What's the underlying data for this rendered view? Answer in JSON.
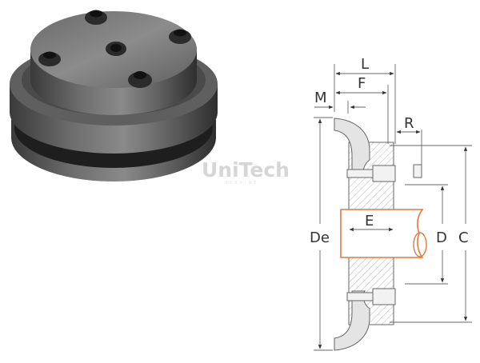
{
  "watermark": {
    "brand": "UniTech",
    "subtitle": "UKRAINE"
  },
  "product_photo": {
    "subject": "flexible tyre coupling hub with four socket-head bolts and central hole",
    "bolt_count": 4
  },
  "diagram": {
    "labels": {
      "L": "L",
      "F": "F",
      "M": "M",
      "R": "R",
      "E": "E",
      "De": "De",
      "D": "D",
      "C": "C"
    },
    "colors": {
      "line": "#555555",
      "shaft": "#e07a3c",
      "tyre_fill": "#e6e6e6",
      "hatch": "#9a9a9a"
    }
  }
}
